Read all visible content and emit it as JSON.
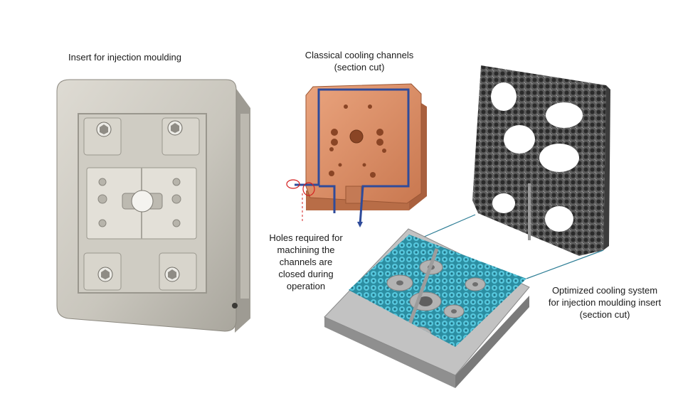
{
  "labels": {
    "insert_title": "Insert for injection moulding",
    "classical": [
      "Classical cooling channels",
      "(section cut)"
    ],
    "holes_note": [
      "Holes required for",
      "machining the",
      "channels are",
      "closed during",
      "operation"
    ],
    "optimized": [
      "Optimized cooling system",
      "for injection moulding insert",
      "(section cut)"
    ]
  },
  "colors": {
    "insert_metal": "#c9c6bd",
    "copper": "#e0966e",
    "channel_blue": "#2f4b9a",
    "lattice_cyan": "#3fb6cf",
    "lattice_dark": "#3a3a3a",
    "leader_teal": "#2e7e96",
    "marker_red": "#d42020"
  }
}
